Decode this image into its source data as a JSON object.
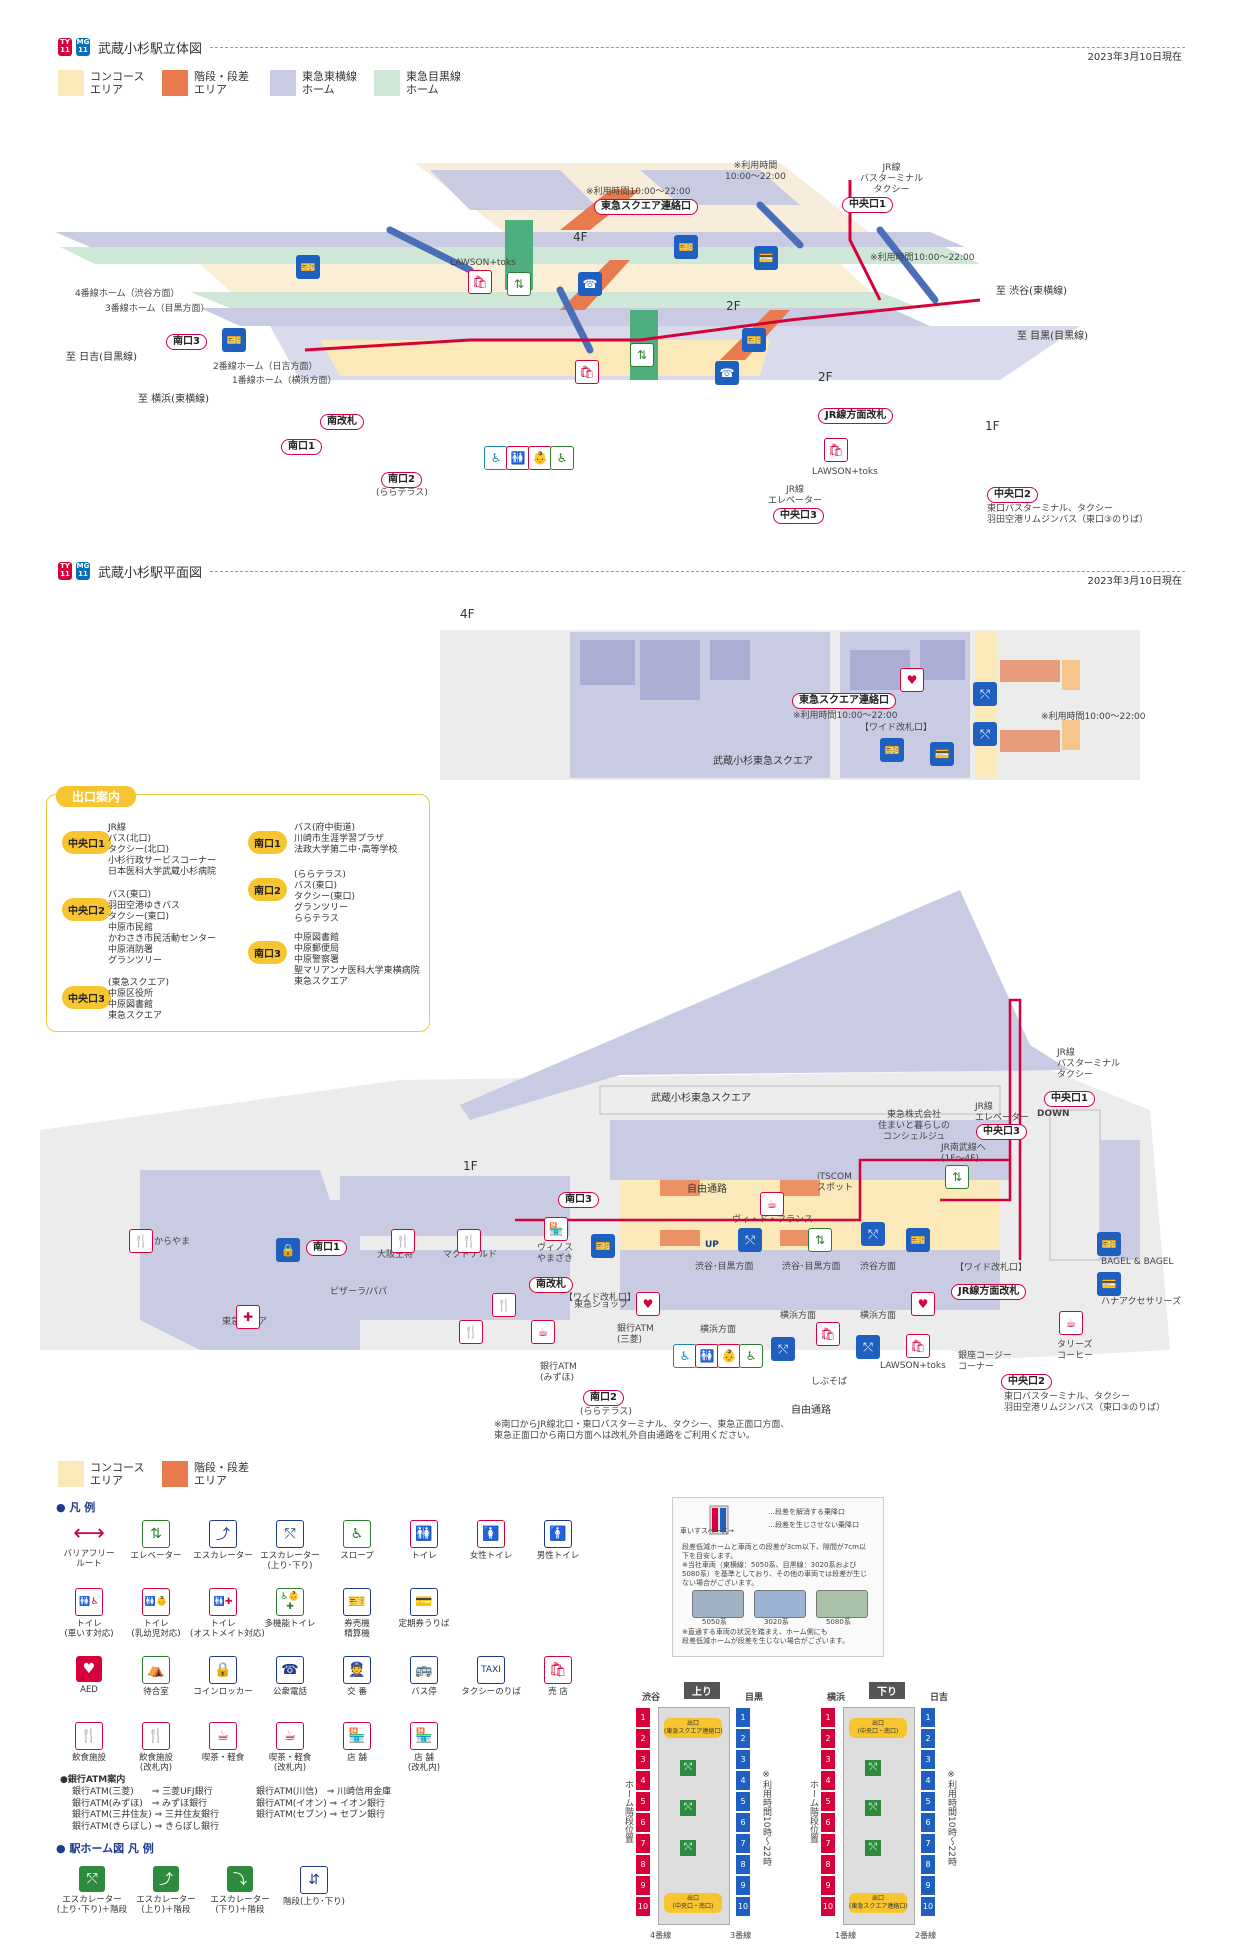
{
  "lines": {
    "ty": "TY\n11",
    "mg": "MG\n11"
  },
  "iso": {
    "title": "武蔵小杉駅立体図",
    "date": "2023年3月10日現在",
    "legend": [
      {
        "label": "コンコース\nエリア",
        "color": "#fbe9b9"
      },
      {
        "label": "階段・段差\nエリア",
        "color": "#e87a4d"
      },
      {
        "label": "東急東横線\nホーム",
        "color": "#c9cbe3"
      },
      {
        "label": "東急目黒線\nホーム",
        "color": "#cfe7d6"
      }
    ],
    "floors": {
      "f4": "4F",
      "f2a": "2F",
      "f2b": "2F",
      "f1": "1F"
    },
    "platforms": {
      "p4": "4番線ホーム（渋谷方面）",
      "p3": "3番線ホーム（目黒方面）",
      "p2": "2番線ホーム（日吉方面）",
      "p1": "1番線ホーム（横浜方面）"
    },
    "dest": {
      "shibuya": "至 渋谷(東横線)",
      "meguro": "至 目黒(目黒線)",
      "hiyoshi": "至 日吉(目黒線)",
      "yokohama": "至 横浜(東横線)"
    },
    "tags": {
      "square": "東急スクエア連絡口",
      "chuo1": "中央口1",
      "minami3": "南口3",
      "minami_kaisatsu": "南改札",
      "minami1": "南口1",
      "minami2": "南口2",
      "jr_kaisatsu": "JR線方面改札",
      "chuo3": "中央口3",
      "chuo2": "中央口2"
    },
    "notes": {
      "hours1": "※利用時間10:00～22:00",
      "hours2": "※利用時間\n10:00～22:00",
      "hours3": "※利用時間10:00～22:00",
      "jr_bus": "JR線\nバスターミナル\nタクシー",
      "lawson4": "LAWSON+toks",
      "lawson1": "LAWSON+toks",
      "lalaterrace": "(ららテラス)",
      "jr_elev": "JR線\nエレベーター",
      "chuo2_note": "東口バスターミナル、タクシー\n羽田空港リムジンバス（東口③のりば）"
    }
  },
  "plan": {
    "title": "武蔵小杉駅平面図",
    "date": "2023年3月10日現在",
    "f4": "4F",
    "f1": "1F",
    "f4_labels": {
      "square_gate": "東急スクエア連絡口",
      "hours": "※利用時間10:00～22:00",
      "wide_gate": "【ワイド改札口】",
      "hours_right": "※利用時間10:00～22:00",
      "square": "武蔵小杉東急スクエア"
    },
    "f1_labels": {
      "square": "武蔵小杉東急スクエア",
      "free_passage_top": "自由通路",
      "free_passage_bottom": "自由通路",
      "itscom": "iTSCOM\nスポット",
      "vidofrance": "ヴィ・ド・フランス",
      "kurayama": "からやま",
      "tokyu_store": "東急ストア",
      "taiyaki": "大阪王将",
      "mcdonalds": "マクドナルド",
      "venus": "ヴィノス\nやまざき",
      "pizza": "ピザーラ/パパ",
      "tokyu_shop": "東急ショップ",
      "atm_ufj": "銀行ATM\n(三菱)",
      "atm_mizuho": "銀行ATM\n(みずほ)",
      "lawson": "LAWSON+toks",
      "ginza": "銀座コージー\nコーナー",
      "shibusoba": "しぶそば",
      "bagel": "BAGEL & BAGEL",
      "accessories": "ハナアクセサリーズ",
      "tullys": "タリーズ\nコーヒー",
      "conf": "東急株式会社\n住まいと暮らしの\nコンシェルジュ",
      "jr_elev": "JR線\nエレベーター",
      "jr_bus": "JR線\nバスターミナル\nタクシー",
      "jr_south": "JR南武線へ\n(1F～4F)",
      "minami_kaisatsu": "南改札",
      "wide_gate": "【ワイド改札口】",
      "jr_kaisatsu": "JR線方面改札",
      "wide_gate2": "【ワイド改札口】",
      "chuo1": "中央口1",
      "chuo3": "中央口3",
      "chuo2": "中央口2",
      "minami1": "南口1",
      "minami2": "南口2",
      "minami3": "南口3",
      "lalaterrace": "(ららテラス)",
      "chuo2_note": "東口バスターミナル、タクシー\n羽田空港リムジンバス（東口③のりば）",
      "shibuya_meguro1": "渋谷･目黒方面",
      "shibuya_meguro2": "渋谷･目黒方面",
      "shibuya_meguro3": "渋谷方面",
      "yokohama1": "横浜方面",
      "yokohama2": "横浜方面",
      "yokohama3": "横浜方面",
      "up": "UP",
      "down": "DOWN",
      "footnote": "※南口からJR線北口・東口バスターミナル、タクシー、東急正面口方面、\n東急正面口から南口方面へは改札外自由通路をご利用ください。"
    },
    "exit_guide": {
      "title": "出口案内",
      "items": [
        {
          "name": "中央口1",
          "text": "JR線\nバス(北口)\nタクシー(北口)\n小杉行政サービスコーナー\n日本医科大学武蔵小杉病院"
        },
        {
          "name": "中央口2",
          "text": "バス(東口)\n羽田空港ゆきバス\nタクシー(東口)\n中原市民館\nかわさき市民活動センター\n中原消防署\nグランツリー"
        },
        {
          "name": "中央口3",
          "text": "(東急スクエア)\n中原区役所\n中原図書館\n東急スクエア"
        },
        {
          "name": "南口1",
          "text": "バス(府中街道)\n川崎市生涯学習プラザ\n法政大学第二中･高等学校"
        },
        {
          "name": "南口2",
          "text": "(ららテラス)\nバス(東口)\nタクシー(東口)\nグランツリー\nららテラス"
        },
        {
          "name": "南口3",
          "text": "中原図書館\n中原郵便局\n中原警察署\n聖マリアンナ医科大学東横病院\n東急スクエア"
        }
      ]
    },
    "area_legend": [
      {
        "label": "コンコース\nエリア",
        "color": "#fbe9b9"
      },
      {
        "label": "階段・段差\nエリア",
        "color": "#e87a4d"
      }
    ]
  },
  "legend": {
    "title": "凡 例",
    "row1": [
      {
        "icon": "⟷",
        "label": "バリアフリー\nルート",
        "style": "arrow"
      },
      {
        "icon": "⇅",
        "label": "エレベーター",
        "style": "g"
      },
      {
        "icon": "⤴",
        "label": "エスカレーター",
        "style": "b"
      },
      {
        "icon": "⤲",
        "label": "エスカレーター\n(上り･下り)",
        "style": "b"
      },
      {
        "icon": "♿",
        "label": "スロープ",
        "style": "g"
      },
      {
        "icon": "🚻",
        "label": "トイレ",
        "style": "r"
      },
      {
        "icon": "🚺",
        "label": "女性トイレ",
        "style": "r"
      },
      {
        "icon": "🚹",
        "label": "男性トイレ",
        "style": "b"
      }
    ],
    "row2": [
      {
        "icon": "🚻♿",
        "label": "トイレ\n(車いす対応)",
        "style": "r"
      },
      {
        "icon": "🚻👶",
        "label": "トイレ\n(乳幼児対応)",
        "style": "r"
      },
      {
        "icon": "🚻✚",
        "label": "トイレ\n(オストメイト対応)",
        "style": "r"
      },
      {
        "icon": "♿👶✚",
        "label": "多機能トイレ",
        "style": "g"
      },
      {
        "icon": "🎫",
        "label": "券売機\n精算機",
        "style": "b"
      },
      {
        "icon": "💳",
        "label": "定期券うりば",
        "style": "b"
      }
    ],
    "row3": [
      {
        "icon": "♥",
        "label": "AED",
        "style": "rf"
      },
      {
        "icon": "⛺",
        "label": "待合室",
        "style": "g"
      },
      {
        "icon": "🔒",
        "label": "コインロッカー",
        "style": "b"
      },
      {
        "icon": "☎",
        "label": "公衆電話",
        "style": "b"
      },
      {
        "icon": "👮",
        "label": "交 番",
        "style": "b"
      },
      {
        "icon": "🚌",
        "label": "バス停",
        "style": "b"
      },
      {
        "icon": "TAXI",
        "label": "タクシーのりば",
        "style": "b"
      },
      {
        "icon": "🛍",
        "label": "売 店",
        "style": "r"
      }
    ],
    "row4": [
      {
        "icon": "🍴",
        "label": "飲食施設",
        "style": "r"
      },
      {
        "icon": "🍴",
        "label": "飲食施設\n(改札内)",
        "style": "r"
      },
      {
        "icon": "☕",
        "label": "喫茶・軽食",
        "style": "r"
      },
      {
        "icon": "☕",
        "label": "喫茶・軽食\n(改札内)",
        "style": "r"
      },
      {
        "icon": "🏪",
        "label": "店 舗",
        "style": "r"
      },
      {
        "icon": "🏪",
        "label": "店 舗\n(改札内)",
        "style": "r"
      }
    ],
    "atm_head": "●銀行ATM案内",
    "atm_left": "銀行ATM(三菱)　　⇒ 三菱UFJ銀行\n銀行ATM(みずほ)　⇒ みずほ銀行\n銀行ATM(三井住友) ⇒ 三井住友銀行\n銀行ATM(きらぼし) ⇒ きらぼし銀行",
    "atm_right": "銀行ATM(川信)　⇒ 川崎信用金庫\n銀行ATM(イオン) ⇒ イオン銀行\n銀行ATM(セブン) ⇒ セブン銀行",
    "platform_legend_title": "駅ホーム図 凡 例",
    "platform_legend": [
      {
        "icon": "⤲",
        "label": "エスカレーター\n(上り･下り)＋階段",
        "style": "gf"
      },
      {
        "icon": "⤴",
        "label": "エスカレーター\n(上り)＋階段",
        "style": "gf"
      },
      {
        "icon": "⤵",
        "label": "エスカレーター\n(下り)＋階段",
        "style": "gf"
      },
      {
        "icon": "⇵",
        "label": "階段(上り･下り)",
        "style": "b"
      }
    ]
  },
  "cars": {
    "legend1": "…段差を解消する乗降口",
    "legend2": "…段差を生じさせない乗降口",
    "wheel": "車いすスペース→",
    "text": "段差低減ホームと車両との段差が3cm以下、隙間が7cm以下を目安します。\n※当社車両（東横線：5050系、目黒線：3020系および5080系）を基準としており、その他の車両では段差が生じない場合がございます。",
    "note": "※直通する車両の状況を踏まえ、ホーム側にも\n段差低減ホームが段差を生じない場合がございます。",
    "trains": [
      {
        "name": "5050系",
        "color": "#9fb2c4"
      },
      {
        "name": "3020系",
        "color": "#9bb4d6"
      },
      {
        "name": "5080系",
        "color": "#a9c2a8"
      }
    ]
  },
  "platforms_diag": {
    "up": {
      "head": "上り",
      "left": "渋谷",
      "right": "目黒",
      "track_left": "4番線",
      "track_right": "3番線",
      "exit_top": "出口\n(東急スクエア連絡口)",
      "exit_bottom": "出口\n(中央口・南口)",
      "hours": "※利用時間10時～22時",
      "side": "ホーム階段位置"
    },
    "down": {
      "head": "下り",
      "left": "横浜",
      "right": "日吉",
      "track_left": "1番線",
      "track_right": "2番線",
      "exit_top": "出口\n(中央口・南口)",
      "exit_bottom": "出口\n(東急スクエア連絡口)",
      "hours": "※利用時間10時～22時",
      "side": "ホーム階段位置"
    },
    "cars_10": [
      "1",
      "2",
      "3",
      "4",
      "5",
      "6",
      "7",
      "8",
      "9",
      "10"
    ]
  }
}
